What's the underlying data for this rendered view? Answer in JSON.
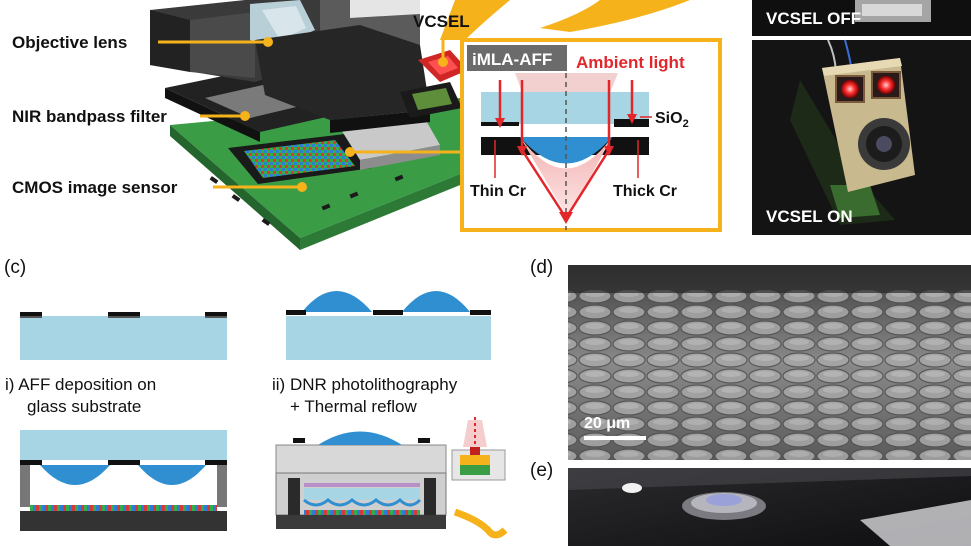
{
  "panel_a": {
    "labels": {
      "objective_lens": "Objective lens",
      "nir_filter": "NIR bandpass filter",
      "cmos_sensor": "CMOS image sensor",
      "vcsel": "VCSEL"
    },
    "inset": {
      "title": "iMLA-AFF",
      "ambient": "Ambient light",
      "sio2_main": "SiO",
      "sio2_sub": "2",
      "thin_cr": "Thin Cr",
      "thick_cr": "Thick Cr"
    }
  },
  "panel_b": {
    "top_label": "VCSEL OFF",
    "bottom_label": "VCSEL ON"
  },
  "panel_c": {
    "panel_label": "(c)",
    "step_i_line1": "i) AFF deposition on",
    "step_i_line2": "glass substrate",
    "step_ii_line1": "ii) DNR photolithography",
    "step_ii_line2": "+ Thermal reflow"
  },
  "panel_d": {
    "panel_label": "(d)",
    "scale_bar": "20 μm"
  },
  "panel_e": {
    "panel_label": "(e)"
  },
  "colors": {
    "orange": "#f5b21b",
    "red": "#e3262a",
    "glass": "#9fd3e2",
    "lens": "#2f8fd0",
    "pcb": "#3a9d46",
    "dark": "#1a1a1a"
  }
}
